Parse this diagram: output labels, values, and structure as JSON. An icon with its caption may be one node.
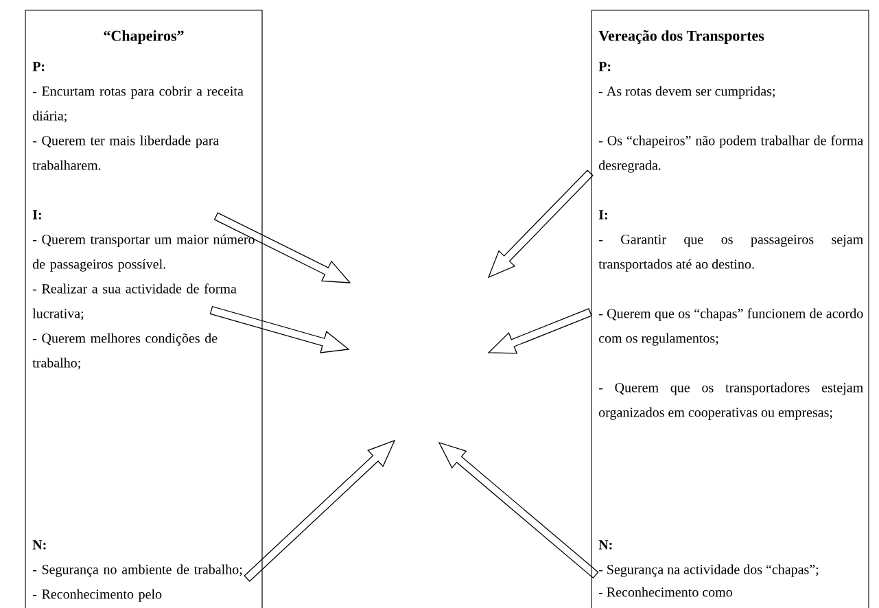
{
  "diagram": {
    "nodes": [
      {
        "text": [
          "“Chapeiros”",
          "P:",
          "- Encurtam rotas para cobrir a receita diária;",
          "- Querem ter mais liberdade para trabalharem.",
          "I:",
          "- Querem transportar um maior número de passageiros possível.",
          "- Realizar a sua actividade de forma lucrativa;",
          "- Querem melhores condições de trabalho;",
          "N:",
          "- Segurança no ambiente de trabalho;",
          "- Reconhecimento pelo"
        ]
      },
      {
        "text": [
          "Vereação dos Transportes",
          "P:",
          "- As rotas devem ser cumpridas;",
          "- Os “chapeiros” não podem trabalhar de forma desregrada.",
          "I:",
          "- Garantir que os passageiros sejam transportados até ao destino.",
          "- Querem que os “chapas” funcionem de acordo com os regulamentos;",
          "- Querem que os transportadores estejam organizados em cooperativas ou empresas;",
          "N:",
          "- Segurança na actividade dos “chapas”;",
          "- Reconhecimento como"
        ]
      }
    ],
    "edges": [
      {
        "from": 0,
        "to": null,
        "arrow": "to"
      },
      {
        "from": 0,
        "to": null,
        "arrow": "to"
      },
      {
        "from": 0,
        "to": null,
        "arrow": "to"
      },
      {
        "from": 1,
        "to": null,
        "arrow": "to"
      },
      {
        "from": 1,
        "to": null,
        "arrow": "to"
      },
      {
        "from": 1,
        "to": null,
        "arrow": "to"
      }
    ]
  }
}
